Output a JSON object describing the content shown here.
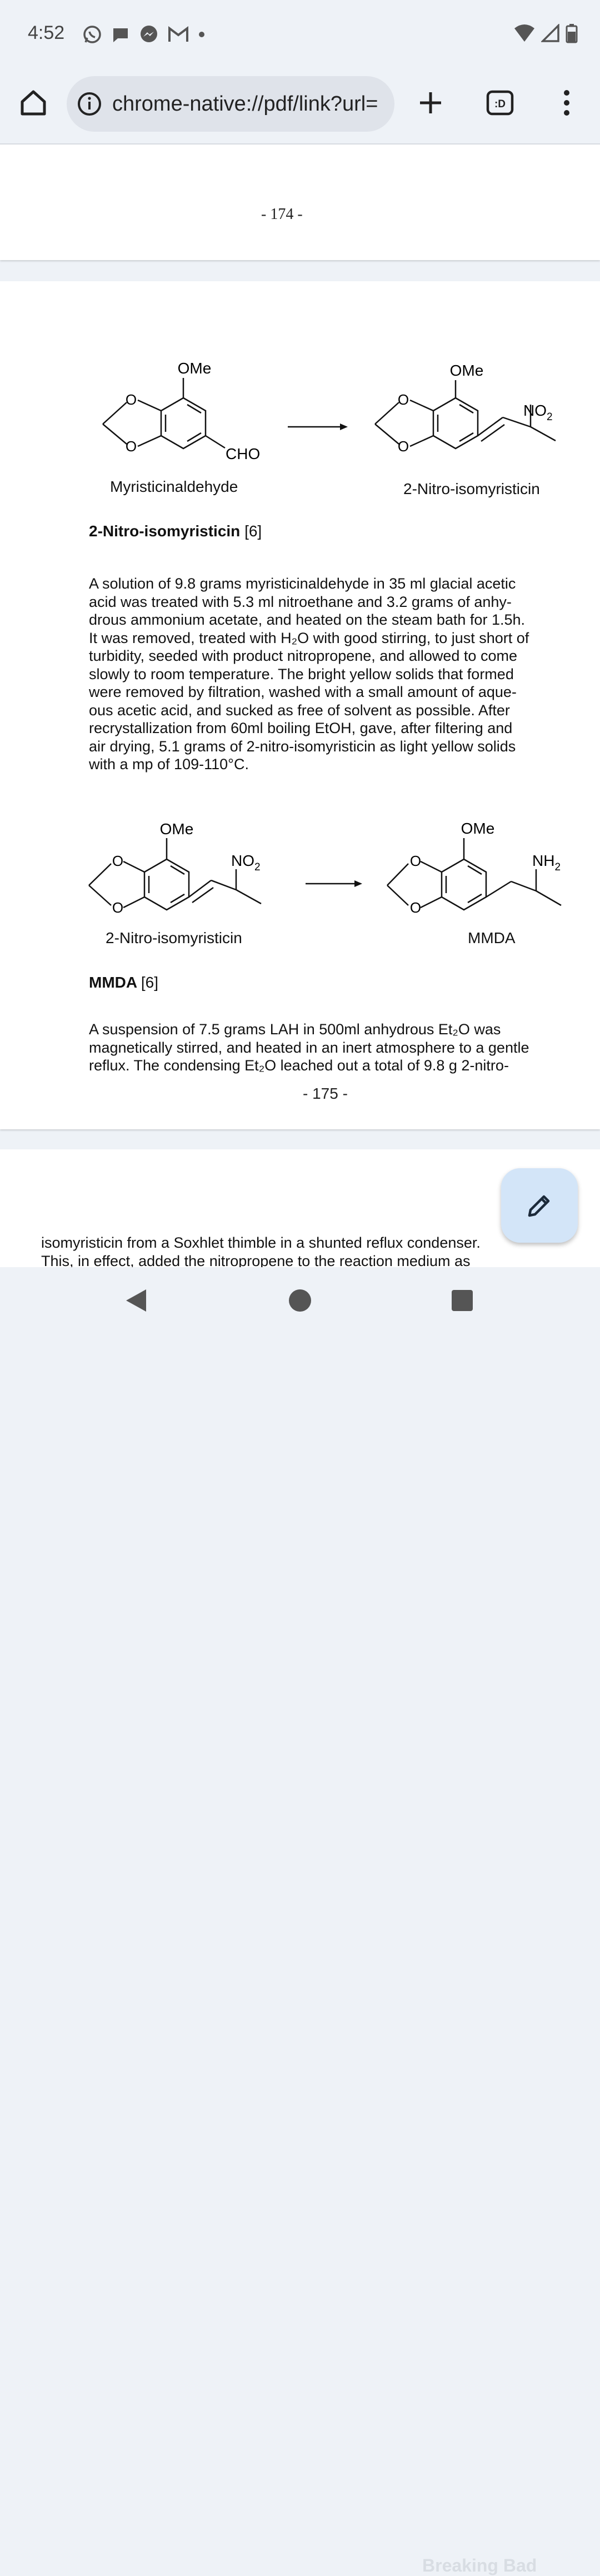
{
  "status_bar": {
    "time": "4:52"
  },
  "toolbar": {
    "url": "chrome-native://pdf/link?url="
  },
  "page_174": {
    "page_number": "- 174 -"
  },
  "page_175": {
    "page_number": "- 175 -",
    "scheme1": {
      "left_ome": "OMe",
      "left_cho": "CHO",
      "right_ome": "OMe",
      "right_no2": "NO",
      "o_label": "O",
      "sub2": "2",
      "left_name": "Myristicinaldehyde",
      "right_name": "2-Nitro-isomyristicin"
    },
    "section1": {
      "title": "2-Nitro-isomyristicin",
      "ref": "[6]",
      "lines": [
        "A solution of 9.8 grams myristicinaldehyde in 35 ml glacial acetic",
        "acid was treated with 5.3 ml nitroethane and 3.2 grams of anhy-",
        "drous ammonium acetate, and heated on the steam bath for 1.5h.",
        "It was removed, treated with H₂O with good stirring, to just short of",
        "turbidity, seeded with product nitropropene, and allowed to come",
        "slowly to room temperature. The bright yellow solids that formed",
        "were removed by filtration, washed with a small amount of aque-",
        "ous acetic acid, and sucked as free of solvent as possible. After",
        "recrystallization from 60ml boiling EtOH, gave, after filtering and",
        "air drying, 5.1 grams of 2-nitro-isomyristicin as light yellow solids",
        "with a mp of 109-110°C."
      ]
    },
    "scheme2": {
      "left_ome": "OMe",
      "left_no2": "NO",
      "right_ome": "OMe",
      "right_nh2": "NH",
      "o_label": "O",
      "sub2": "2",
      "left_name": "2-Nitro-isomyristicin",
      "right_name": "MMDA"
    },
    "section2": {
      "title": "MMDA",
      "ref": "[6]",
      "lines": [
        "A suspension of 7.5 grams LAH in 500ml anhydrous Et₂O was",
        "magnetically stirred, and heated in an inert atmosphere to a gentle",
        "reflux. The condensing Et₂O leached out a total of 9.8 g 2-nitro-"
      ]
    }
  },
  "page_176": {
    "lines": [
      "isomyristicin from a Soxhlet thimble in a shunted reflux condenser.",
      "This, in effect, added the nitropropene to the reaction medium as"
    ]
  },
  "watermark": "Breaking Bad",
  "colors": {
    "background": "#eef2f7",
    "fab": "#d3e5f8",
    "urlbar": "#dfe3ea"
  }
}
